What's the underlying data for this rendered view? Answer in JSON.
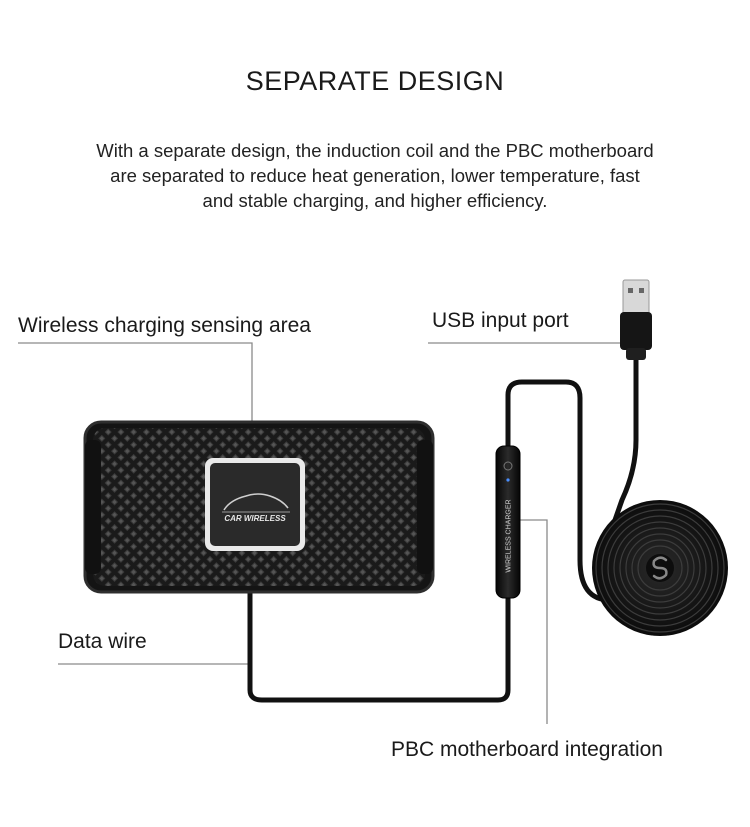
{
  "heading": "SEPARATE DESIGN",
  "description": "With a separate design, the induction coil and the PBC motherboard are separated to reduce heat generation, lower temperature, fast and stable charging, and higher efficiency.",
  "callouts": {
    "sensing_area": "Wireless charging sensing area",
    "usb_port": "USB input port",
    "data_wire": "Data wire",
    "pbc_integration": "PBC motherboard integration"
  },
  "product_text": {
    "pad_logo": "CAR WIRELESS",
    "module_text": "WIRELESS CHARGER"
  },
  "colors": {
    "pad": "#1b1b1b",
    "cable": "#111111",
    "leader_line": "#8a8a8a"
  }
}
